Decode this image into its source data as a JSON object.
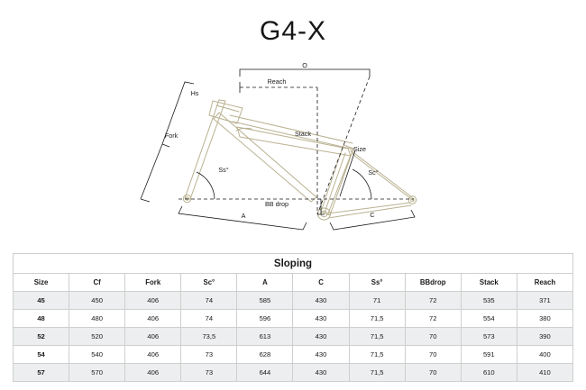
{
  "page": {
    "title": "G4-X",
    "background": "#ffffff",
    "frame_color": "#b9b190",
    "line_color": "#1a1a1a"
  },
  "diagram": {
    "name": "bicycle-frame-geometry-diagram",
    "labels": {
      "o": "O",
      "reach": "Reach",
      "hs": "Hs",
      "fork": "Fork",
      "stack": "Stack",
      "size": "Size",
      "ss_angle": "Ss°",
      "sc_angle": "Sc°",
      "bb_drop": "BB drop",
      "a": "A",
      "c": "C"
    }
  },
  "table": {
    "caption": "Sloping",
    "columns": [
      "Size",
      "Cf",
      "Fork",
      "Sc°",
      "A",
      "C",
      "Ss°",
      "BBdrop",
      "Stack",
      "Reach"
    ],
    "rows": [
      [
        "45",
        "450",
        "406",
        "74",
        "585",
        "430",
        "71",
        "72",
        "535",
        "371"
      ],
      [
        "48",
        "480",
        "406",
        "74",
        "596",
        "430",
        "71,5",
        "72",
        "554",
        "380"
      ],
      [
        "52",
        "520",
        "406",
        "73,5",
        "613",
        "430",
        "71,5",
        "70",
        "573",
        "390"
      ],
      [
        "54",
        "540",
        "406",
        "73",
        "628",
        "430",
        "71,5",
        "70",
        "591",
        "400"
      ],
      [
        "57",
        "570",
        "406",
        "73",
        "644",
        "430",
        "71,5",
        "70",
        "610",
        "410"
      ]
    ]
  }
}
